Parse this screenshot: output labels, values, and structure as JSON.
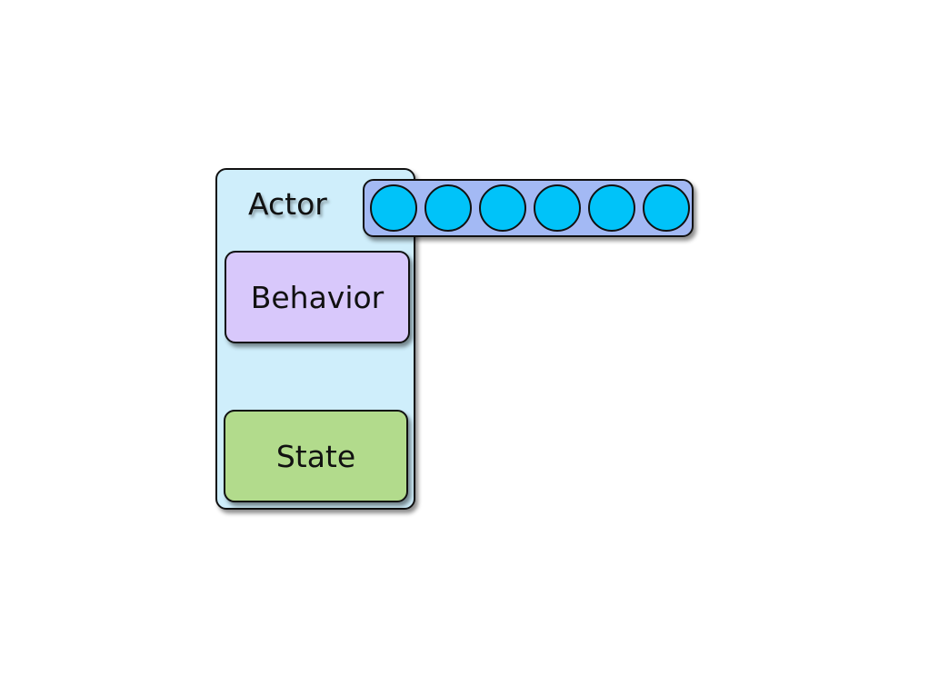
{
  "diagram": {
    "actor": {
      "label": "Actor",
      "fill": "#cfeefb"
    },
    "behavior": {
      "label": "Behavior",
      "fill": "#d8c8fb"
    },
    "state": {
      "label": "State",
      "fill": "#b2db8c"
    },
    "mailbox": {
      "fill": "#a3b9f4",
      "message_fill": "#00c3f9",
      "message_count": 6,
      "message_icon": "circle-message-icon"
    }
  }
}
